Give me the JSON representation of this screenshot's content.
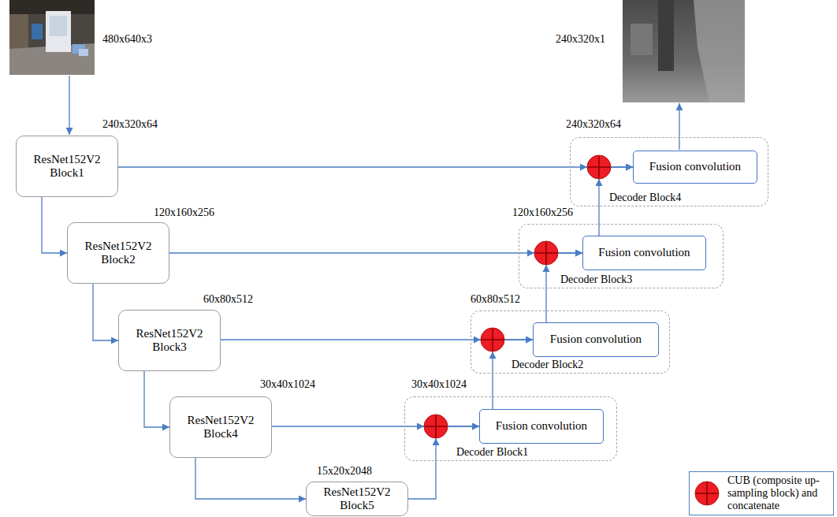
{
  "diagram": {
    "nodes": [
      {
        "text": [
          "ResNet152V2 Block1"
        ]
      },
      {
        "text": [
          "ResNet152V2 Block2"
        ]
      },
      {
        "text": [
          "ResNet152V2 Block3"
        ]
      },
      {
        "text": [
          "ResNet152V2 Block4"
        ]
      },
      {
        "text": [
          "ResNet152V2 Block5"
        ]
      },
      {
        "text": [
          "Decoder Block4"
        ]
      },
      {
        "text": [
          "Fusion convolution"
        ],
        "in": 5
      },
      {
        "text": [
          "Decoder Block3"
        ]
      },
      {
        "text": [
          "Fusion convolution"
        ],
        "in": 7
      },
      {
        "text": [
          "Decoder Block2"
        ]
      },
      {
        "text": [
          "Fusion convolution"
        ],
        "in": 9
      },
      {
        "text": [
          "Decoder Block1"
        ]
      },
      {
        "text": [
          "Fusion convolution"
        ],
        "in": 11
      }
    ],
    "edges": [
      {
        "from": 0,
        "to": 1,
        "arrow": "to"
      },
      {
        "from": 1,
        "to": 2,
        "arrow": "to"
      },
      {
        "from": 2,
        "to": 3,
        "arrow": "to"
      },
      {
        "from": 3,
        "to": 4,
        "arrow": "to"
      },
      {
        "from": 4,
        "to": 12,
        "arrow": "to"
      },
      {
        "from": 3,
        "to": 12,
        "arrow": "to"
      },
      {
        "from": 12,
        "to": 10,
        "arrow": "to"
      },
      {
        "from": 2,
        "to": 10,
        "arrow": "to"
      },
      {
        "from": 10,
        "to": 8,
        "arrow": "to"
      },
      {
        "from": 1,
        "to": 8,
        "arrow": "to"
      },
      {
        "from": 8,
        "to": 6,
        "arrow": "to"
      },
      {
        "from": 0,
        "to": 6,
        "arrow": "to"
      }
    ],
    "labels": [
      "480x640x3",
      "240x320x64",
      "120x160x256",
      "60x80x512",
      "30x40x1024",
      "15x20x2048",
      "240x320x1",
      "240x320x64",
      "120x160x256",
      "60x80x512",
      "30x40x1024"
    ],
    "legend": [
      {
        "text": "CUB (composite up-sampling block) and concatenate"
      }
    ]
  }
}
